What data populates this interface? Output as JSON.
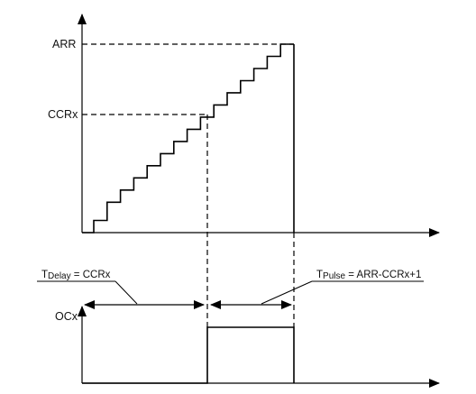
{
  "diagram": {
    "labels": {
      "arr": "ARR",
      "ccrx": "CCRx",
      "ocx": "OCx",
      "tdelay_t": "T",
      "tdelay_sub": "Delay",
      "tdelay_eq": " = CCRx",
      "tpulse_t": "T",
      "tpulse_sub": "Pulse",
      "tpulse_eq": " = ARR-CCRx+1"
    },
    "counter": {
      "steps_total": 15,
      "compare_step": 9
    },
    "colors": {
      "line": "#000000",
      "text": "#111111"
    }
  }
}
